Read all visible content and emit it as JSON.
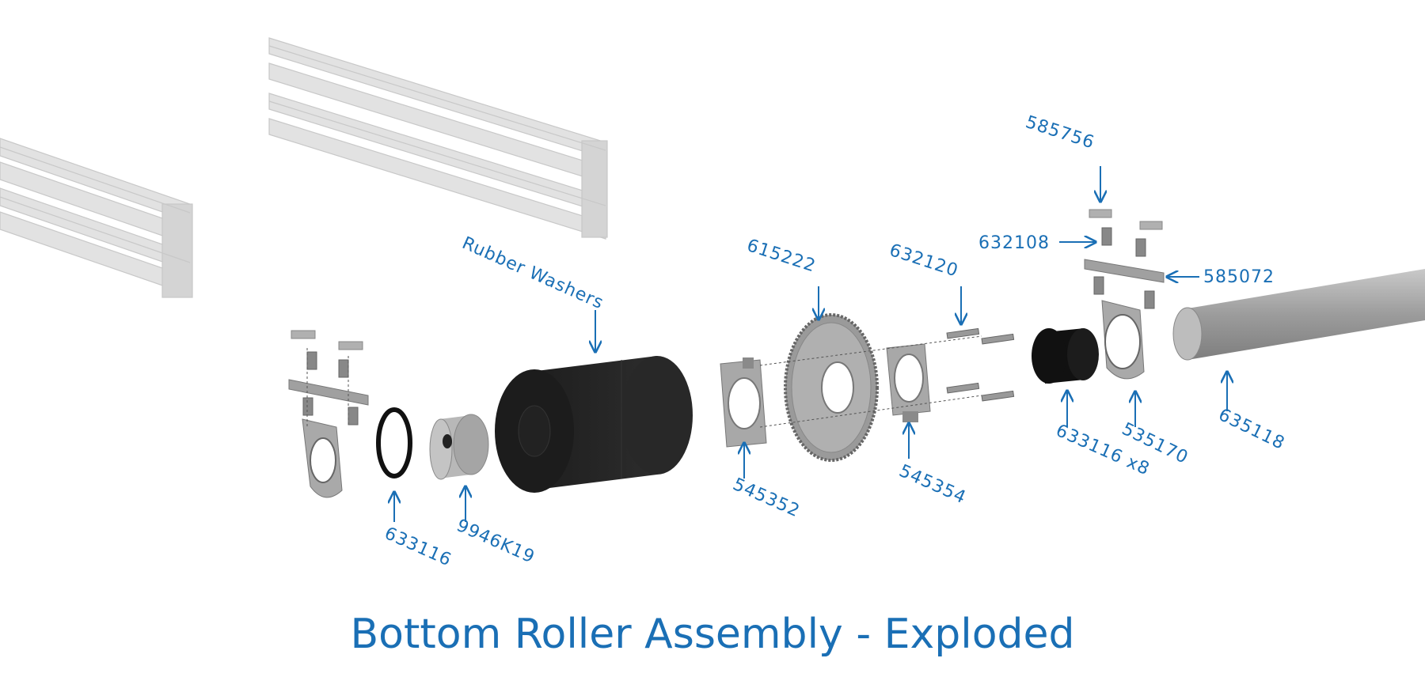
{
  "title": "Bottom Roller Assembly - Exploded",
  "colors": {
    "label": "#1a6fb5",
    "part_gray": "#a8a8a8",
    "part_dark": "#262626",
    "extrusion": "#dcdcdc"
  },
  "callouts": {
    "rubber_washers": "Rubber Washers",
    "p615222": "615222",
    "p632120": "632120",
    "p585756": "585756",
    "p632108": "632108",
    "p585072": "585072",
    "p633116": "633116",
    "p9946k19": "9946K19",
    "p545352": "545352",
    "p545354": "545354",
    "p633116x8": "633116 x8",
    "p535170": "535170",
    "p635118": "635118"
  }
}
